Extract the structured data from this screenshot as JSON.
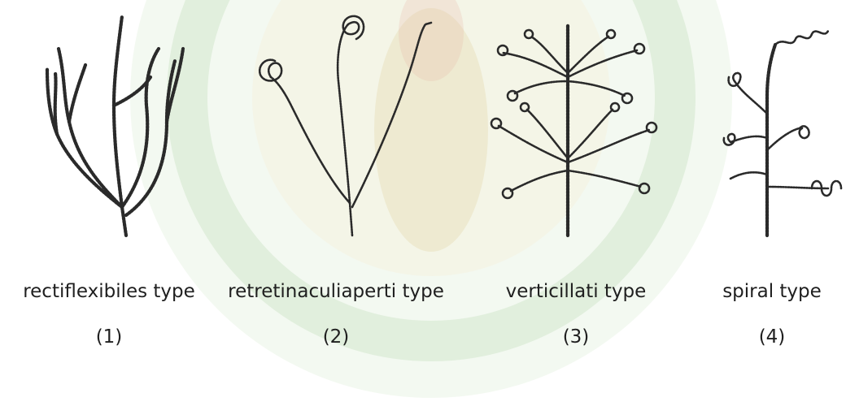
{
  "figures": [
    {
      "caption": "rectiflexibiles type",
      "index": "(1)"
    },
    {
      "caption": "retretinaculiaperti type",
      "index": "(2)"
    },
    {
      "caption": "verticillati type",
      "index": "(3)"
    },
    {
      "caption": "spiral type",
      "index": "(4)"
    }
  ],
  "colors": {
    "ink": "#2a2a2a",
    "watermark_green": "#8fc58a",
    "watermark_gold": "#e6c98a"
  }
}
